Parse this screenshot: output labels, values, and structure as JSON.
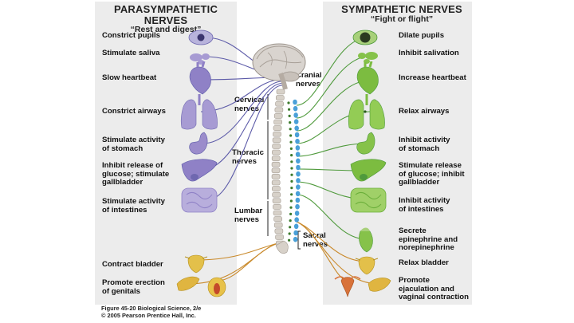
{
  "parasympathetic": {
    "title": "PARASYMPATHETIC NERVES",
    "subtitle": "“Rest and digest”",
    "effects": [
      "Constrict pupils",
      "Stimulate saliva",
      "Slow heartbeat",
      "Constrict airways",
      "Stimulate activity\nof stomach",
      "Inhibit release of\nglucose; stimulate\ngallbladder",
      "Stimulate activity\nof intestines",
      "Contract bladder",
      "Promote erection\nof genitals"
    ]
  },
  "sympathetic": {
    "title": "SYMPATHETIC NERVES",
    "subtitle": "“Fight or flight”",
    "effects": [
      "Dilate pupils",
      "Inhibit salivation",
      "Increase heartbeat",
      "Relax airways",
      "Inhibit activity\nof stomach",
      "Stimulate release\nof glucose; inhibit\ngallbladder",
      "Inhibit activity\nof intestines",
      "Secrete\nepinephrine and\nnorepinephrine",
      "Relax bladder",
      "Promote\nejaculation and\nvaginal contraction"
    ]
  },
  "regions": {
    "cranial": "Cranial\nnerves",
    "cervical": "Cervical\nnerves",
    "thoracic": "Thoracic\nnerves",
    "lumbar": "Lumbar\nnerves",
    "sacral": "Sacral\nnerves"
  },
  "credit": {
    "line1": "Figure 45-20 Biological Science, 2/e",
    "line2": "© 2005 Pearson Prentice Hall, Inc."
  },
  "colors": {
    "parasympathetic_nerve": "#5c5aa8",
    "sympathetic_nerve": "#4f9a3c",
    "sacral_nerve": "#c9892a",
    "ganglion_chain": "#4aa0d8",
    "purple_organ": "#9b8ccb",
    "green_organ": "#86c24a"
  }
}
